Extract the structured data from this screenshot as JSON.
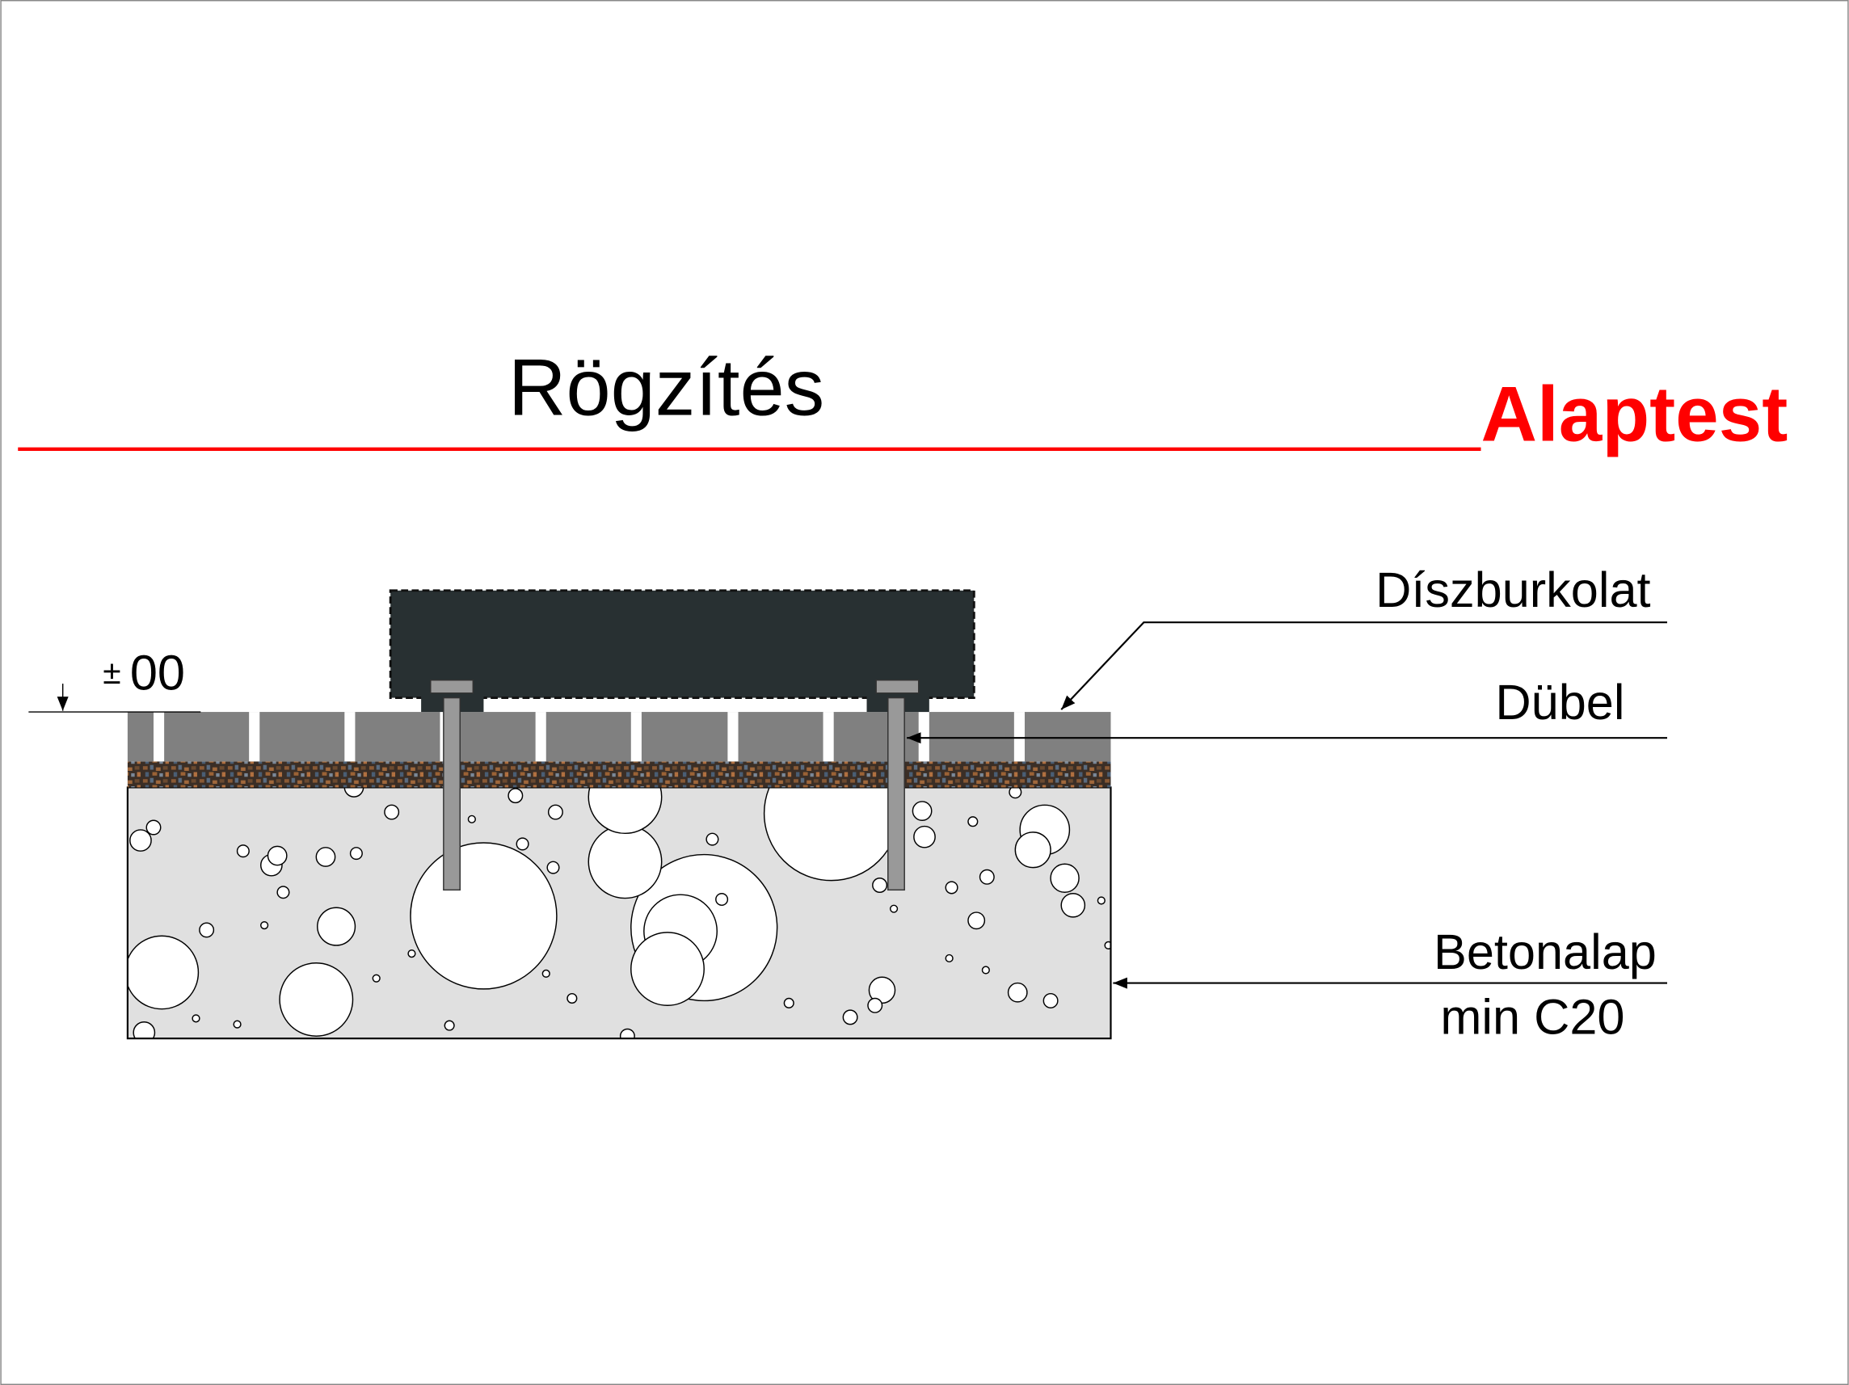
{
  "drawing": {
    "title": "Rögzítés",
    "section_label": "Alaptest",
    "level_mark": {
      "sign": "±",
      "value": "00"
    },
    "labels": {
      "paving": "Díszburkolat",
      "dowel": "Dübel",
      "foundation_line1": "Betonalap",
      "foundation_line2": "min C20"
    },
    "colors": {
      "accent_red": "#ff0000",
      "element_dark": "#283032",
      "paver_gray": "#808080",
      "concrete": "#e0e0e0",
      "bolt": "#999999"
    }
  }
}
